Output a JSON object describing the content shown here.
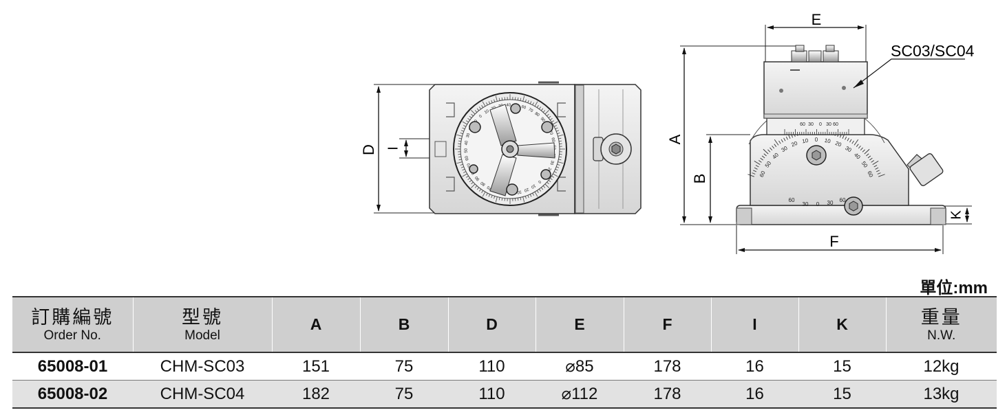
{
  "drawing": {
    "dim_labels": {
      "A": "A",
      "B": "B",
      "D": "D",
      "E": "E",
      "F": "F",
      "I": "I",
      "K": "K"
    },
    "callout": "SC03/SC04",
    "scale_top_view": [
      "30",
      "20",
      "10",
      "0",
      "10",
      "20",
      "30",
      "40",
      "50",
      "60",
      "70",
      "80",
      "90",
      "80",
      "70",
      "60",
      "50",
      "40"
    ],
    "scale_front_arc": [
      "60",
      "50",
      "40",
      "30",
      "20",
      "10",
      "0",
      "10",
      "20",
      "30",
      "40",
      "50",
      "60"
    ],
    "scale_front_base": [
      "60",
      "30",
      "0",
      "30",
      "60"
    ],
    "scale_front_small": [
      "60",
      "30",
      "0",
      "30",
      "60"
    ]
  },
  "unit": "單位:mm",
  "table": {
    "headers": {
      "order_zh": "訂購編號",
      "order_en": "Order No.",
      "model_zh": "型號",
      "model_en": "Model",
      "A": "A",
      "B": "B",
      "D": "D",
      "E": "E",
      "F": "F",
      "I": "I",
      "K": "K",
      "weight_zh": "重量",
      "weight_en": "N.W."
    },
    "rows": [
      {
        "order": "65008-01",
        "model": "CHM-SC03",
        "A": "151",
        "B": "75",
        "D": "110",
        "E": "⌀85",
        "F": "178",
        "I": "16",
        "K": "15",
        "weight": "12kg"
      },
      {
        "order": "65008-02",
        "model": "CHM-SC04",
        "A": "182",
        "B": "75",
        "D": "110",
        "E": "⌀112",
        "F": "178",
        "I": "16",
        "K": "15",
        "weight": "13kg"
      }
    ]
  }
}
